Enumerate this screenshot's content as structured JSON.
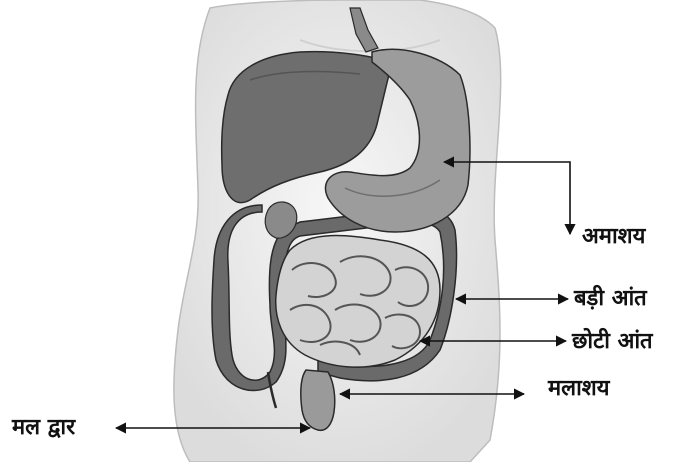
{
  "labels": {
    "stomach": "अमाशय",
    "large_intestine": "बड़ी आंत",
    "small_intestine": "छोटी आंत",
    "rectum": "मलाशय",
    "anus": "मल द्वार"
  },
  "colors": {
    "outline": "#2a2a2a",
    "body_skin": "#efefef",
    "liver": "#6e6e6e",
    "stomach": "#9c9c9c",
    "small_intestine": "#d3d3d3",
    "large_intestine": "#6a6a6a",
    "arrow": "#111111"
  }
}
